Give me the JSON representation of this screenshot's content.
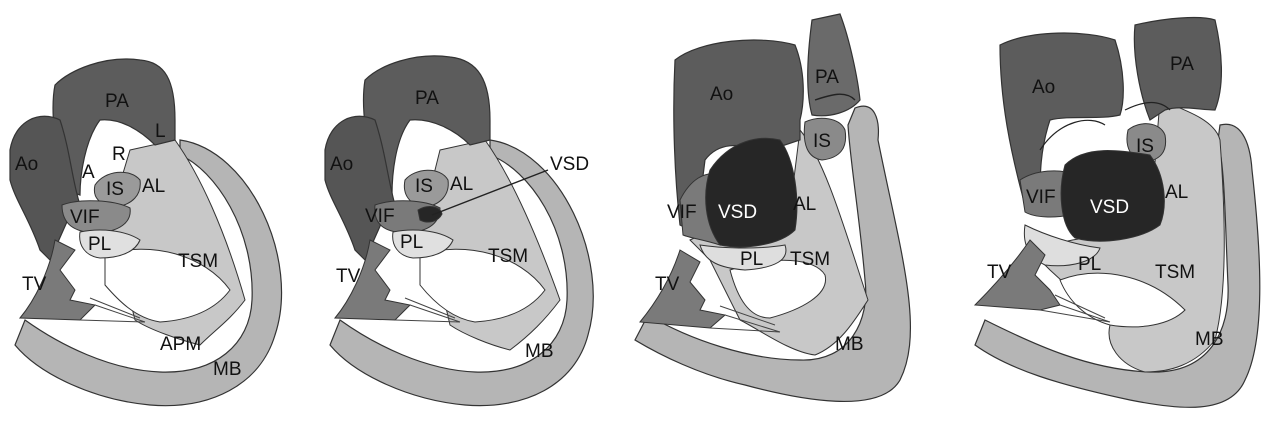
{
  "panels": [
    {
      "labels": {
        "pa": "PA",
        "ao": "Ao",
        "a": "A",
        "r": "R",
        "l": "L",
        "is": "IS",
        "al": "AL",
        "vif": "VIF",
        "pl": "PL",
        "tv": "TV",
        "tsm": "TSM",
        "apm": "APM",
        "mb": "MB"
      }
    },
    {
      "labels": {
        "pa": "PA",
        "ao": "Ao",
        "is": "IS",
        "al": "AL",
        "vif": "VIF",
        "vsd": "VSD",
        "pl": "PL",
        "tv": "TV",
        "tsm": "TSM",
        "mb": "MB"
      }
    },
    {
      "labels": {
        "ao": "Ao",
        "pa": "PA",
        "is": "IS",
        "vif": "VIF",
        "vsd": "VSD",
        "al": "AL",
        "tv": "TV",
        "pl": "PL",
        "tsm": "TSM",
        "mb": "MB"
      }
    },
    {
      "labels": {
        "ao": "Ao",
        "pa": "PA",
        "is": "IS",
        "vif": "VIF",
        "vsd": "VSD",
        "al": "AL",
        "tv": "TV",
        "pl": "PL",
        "tsm": "TSM",
        "mb": "MB"
      }
    }
  ],
  "colors": {
    "dark": "#5a5a5a",
    "darker": "#4a4a4a",
    "mid": "#8f8f8f",
    "light": "#bdbdbd",
    "lighter": "#d6d6d6",
    "defect": "#262626",
    "outline": "#333333"
  }
}
